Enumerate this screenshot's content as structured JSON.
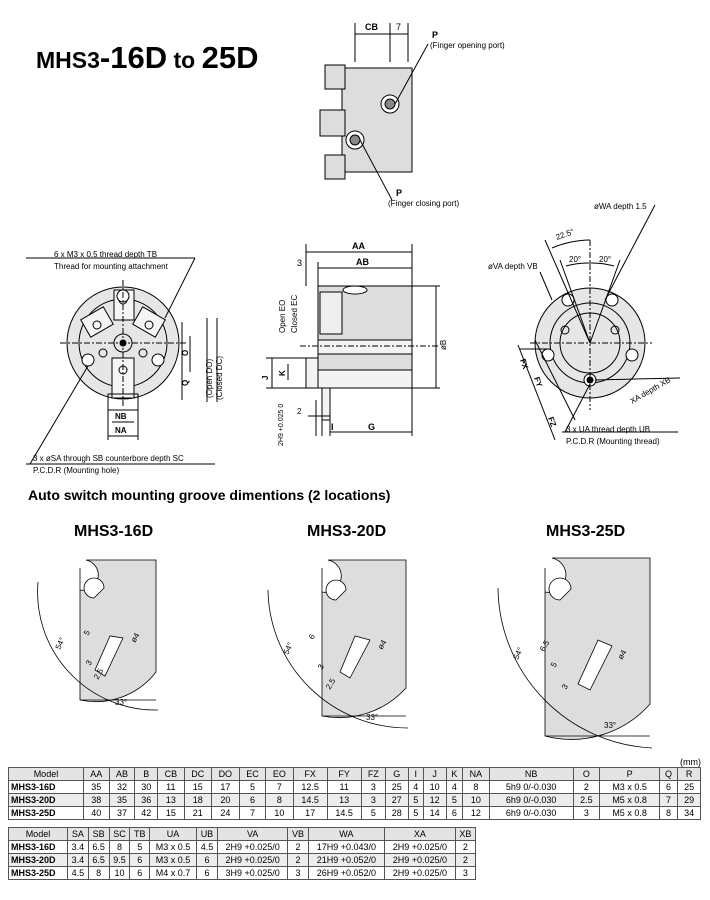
{
  "title": {
    "prefix": "MHS3",
    "model": "-16D",
    "connector": " to ",
    "model2": "25D"
  },
  "top_view": {
    "dim_cb": "CB",
    "dim_7": "7",
    "port_open": {
      "label": "P",
      "desc": "(Finger opening port)"
    },
    "port_close": {
      "label": "P",
      "desc": "(Finger closing port)"
    }
  },
  "front_view": {
    "thread_label": "6 x M3 x 0.5 thread depth TB",
    "thread_desc": "Thread for mounting attachment",
    "dim_o": "O",
    "dim_q": "Q",
    "open_do": "(Open DO)",
    "closed_dc": "(Closed DC)",
    "dim_nb": "NB",
    "dim_na": "NA",
    "hole_label": "3 x øSA through  SB counterbore depth SC",
    "pcd_label": "P.C.D.R (Mounting hole)"
  },
  "side_view": {
    "dim_aa": "AA",
    "dim_ab": "AB",
    "dim_3": "3",
    "open_eo": "Open EO",
    "closed_ec": "Closed EC",
    "dim_b": "øB",
    "dim_j": "J",
    "dim_k": "K",
    "dim_2": "2",
    "dim_i": "I",
    "dim_g": "G",
    "tol": "2H9 +0.025 0"
  },
  "rear_view": {
    "wa_label": "øWA depth 1.5",
    "angle_225": "22.5°",
    "angle_20a": "20°",
    "angle_20b": "20°",
    "va_label": "øVA depth VB",
    "dim_fx": "FX",
    "dim_fy": "FY",
    "dim_fz": "FZ",
    "xa_label": "XA depth XB",
    "ua_label": "3 x UA thread depth UB",
    "pcd_label": "P.C.D.R (Mounting thread)"
  },
  "groove": {
    "section_title": "Auto switch mounting groove dimentions (2 locations)",
    "models": [
      {
        "name": "MHS3-16D",
        "angle_54": "54°",
        "angle_33": "33°",
        "d4": "ø4",
        "d5": "5",
        "d3": "3",
        "d25": "2.5"
      },
      {
        "name": "MHS3-20D",
        "angle_54": "54°",
        "angle_33": "33°",
        "d4": "ø4",
        "d6": "6",
        "d3": "3",
        "d25": "2.5"
      },
      {
        "name": "MHS3-25D",
        "angle_54": "54°",
        "angle_33": "33°",
        "d4": "ø4",
        "d65": "6.5",
        "d5": "5",
        "d3": "3"
      }
    ]
  },
  "unit": "(mm)",
  "table1": {
    "headers": [
      "Model",
      "AA",
      "AB",
      "B",
      "CB",
      "DC",
      "DO",
      "EC",
      "EO",
      "FX",
      "FY",
      "FZ",
      "G",
      "I",
      "J",
      "K",
      "NA",
      "NB",
      "O",
      "P",
      "Q",
      "R"
    ],
    "rows": [
      [
        "MHS3-16D",
        "35",
        "32",
        "30",
        "11",
        "15",
        "17",
        "5",
        "7",
        "12.5",
        "11",
        "3",
        "25",
        "4",
        "10",
        "4",
        "8",
        "5h9 0/-0.030",
        "2",
        "M3 x 0.5",
        "6",
        "25"
      ],
      [
        "MHS3-20D",
        "38",
        "35",
        "36",
        "13",
        "18",
        "20",
        "6",
        "8",
        "14.5",
        "13",
        "3",
        "27",
        "5",
        "12",
        "5",
        "10",
        "6h9 0/-0.030",
        "2.5",
        "M5 x 0.8",
        "7",
        "29"
      ],
      [
        "MHS3-25D",
        "40",
        "37",
        "42",
        "15",
        "21",
        "24",
        "7",
        "10",
        "17",
        "14.5",
        "5",
        "28",
        "5",
        "14",
        "6",
        "12",
        "6h9 0/-0.030",
        "3",
        "M5 x 0.8",
        "8",
        "34"
      ]
    ]
  },
  "table2": {
    "headers": [
      "Model",
      "SA",
      "SB",
      "SC",
      "TB",
      "UA",
      "UB",
      "VA",
      "VB",
      "WA",
      "XA",
      "XB"
    ],
    "rows": [
      [
        "MHS3-16D",
        "3.4",
        "6.5",
        "8",
        "5",
        "M3 x 0.5",
        "4.5",
        "2H9 +0.025/0",
        "2",
        "17H9 +0.043/0",
        "2H9 +0.025/0",
        "2"
      ],
      [
        "MHS3-20D",
        "3.4",
        "6.5",
        "9.5",
        "6",
        "M3 x 0.5",
        "6",
        "2H9 +0.025/0",
        "2",
        "21H9 +0.052/0",
        "2H9 +0.025/0",
        "2"
      ],
      [
        "MHS3-25D",
        "4.5",
        "8",
        "10",
        "6",
        "M4 x 0.7",
        "6",
        "3H9 +0.025/0",
        "3",
        "26H9 +0.052/0",
        "2H9 +0.025/0",
        "3"
      ]
    ]
  }
}
